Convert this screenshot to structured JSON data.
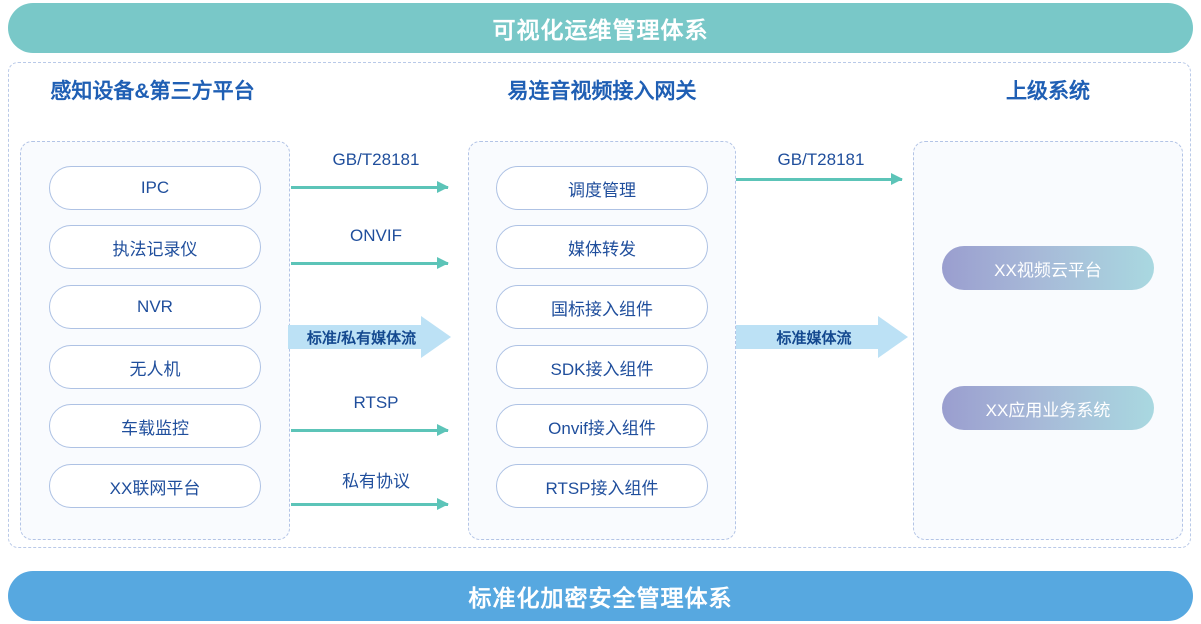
{
  "banners": {
    "top": "可视化运维管理体系",
    "bottom": "标准化加密安全管理体系",
    "top_color": "#79c8c8",
    "bottom_color": "#57a8e0"
  },
  "columns": {
    "left": {
      "title": "感知设备&第三方平台",
      "items": [
        "IPC",
        "执法记录仪",
        "NVR",
        "无人机",
        "车载监控",
        "XX联网平台"
      ]
    },
    "middle": {
      "title": "易连音视频接入网关",
      "items": [
        "调度管理",
        "媒体转发",
        "国标接入组件",
        "SDK接入组件",
        "Onvif接入组件",
        "RTSP接入组件"
      ]
    },
    "right": {
      "title": "上级系统",
      "items": [
        "XX视频云平台",
        "XX应用业务系统"
      ]
    }
  },
  "connectors": {
    "left_to_middle": [
      {
        "label": "GB/T28181",
        "style": "line"
      },
      {
        "label": "ONVIF",
        "style": "line"
      },
      {
        "label": "标准/私有媒体流",
        "style": "block"
      },
      {
        "label": "RTSP",
        "style": "line"
      },
      {
        "label": "私有协议",
        "style": "line"
      }
    ],
    "middle_to_right": [
      {
        "label": "GB/T28181",
        "style": "line"
      },
      {
        "label": "标准媒体流",
        "style": "block"
      }
    ]
  },
  "colors": {
    "arrow_line": "#5cc4b8",
    "arrow_block": "#bce1f5",
    "heading": "#1f5fb4",
    "pill_text": "#1f4e9c",
    "pill_border": "#aec2e4",
    "dashed_border": "#b3c4e6"
  }
}
